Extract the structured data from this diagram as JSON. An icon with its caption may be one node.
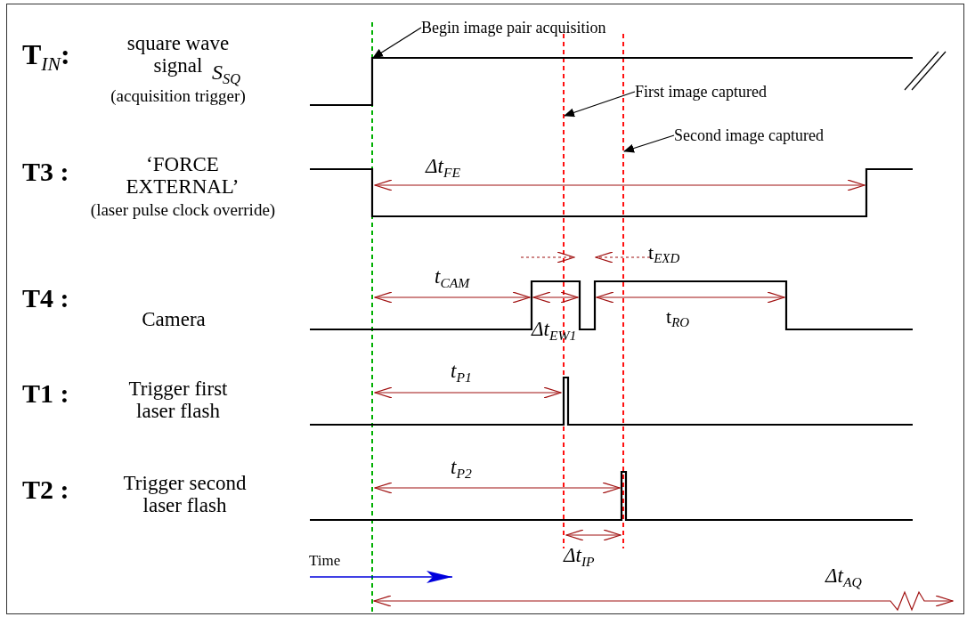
{
  "diagram": {
    "nodes": [
      {
        "text": [
          "Begin image pair acquisition"
        ]
      },
      {
        "text": [
          "First image captured"
        ]
      },
      {
        "text": [
          "Second image captured"
        ]
      }
    ],
    "edges": [
      {
        "from": 0,
        "to": null,
        "arrow": "to"
      },
      {
        "from": 1,
        "to": null,
        "arrow": "to"
      },
      {
        "from": 2,
        "to": null,
        "arrow": "to"
      }
    ],
    "labels": [
      "T$_{IN}$:",
      "square wave signal",
      "S$_{SQ}$",
      "(acquisition trigger)",
      "T3 :",
      "‘FORCE EXTERNAL’",
      "(laser pulse clock override)",
      "T4 :",
      "Camera",
      "T1 :",
      "Trigger first laser flash",
      "T2 :",
      "Trigger second laser flash",
      "Time",
      "Δt$_{FE}$",
      "t$_{CAM}$",
      "t$_{EXD}$",
      "Δt$_{EW1}$",
      "t$_{RO}$",
      "t$_{P1}$",
      "t$_{P2}$",
      "Δt$_{IP}$",
      "Δt$_{AQ}$"
    ]
  }
}
